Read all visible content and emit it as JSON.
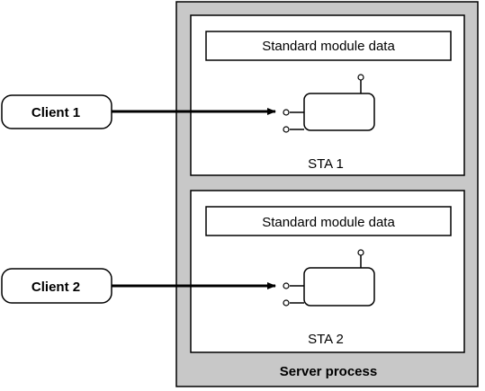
{
  "server": {
    "label": "Server process"
  },
  "apartments": [
    {
      "module_label": "Standard module data",
      "sta_label": "STA 1"
    },
    {
      "module_label": "Standard module data",
      "sta_label": "STA 2"
    }
  ],
  "clients": [
    {
      "label": "Client 1"
    },
    {
      "label": "Client 2"
    }
  ],
  "colors": {
    "server_fill": "#c8c8c8",
    "panel_fill": "#ffffff",
    "stroke": "#000000"
  }
}
